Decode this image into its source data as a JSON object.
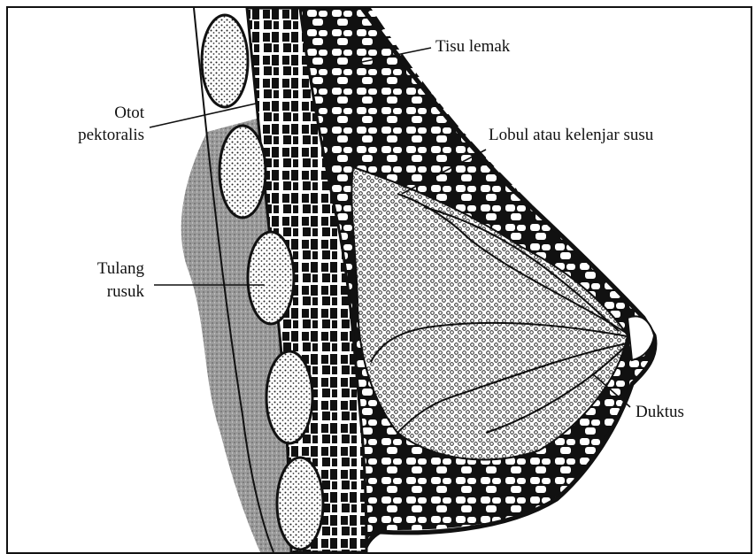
{
  "diagram": {
    "labels": {
      "fat_tissue": "Tisu lemak",
      "pectoral_line1": "Otot",
      "pectoral_line2": "pektoralis",
      "lobule": "Lobul atau kelenjar susu",
      "rib_line1": "Tulang",
      "rib_line2": "rusuk",
      "duct": "Duktus"
    },
    "colors": {
      "ink": "#111111",
      "shadow": "#8a8a8a",
      "paper": "#ffffff"
    }
  }
}
